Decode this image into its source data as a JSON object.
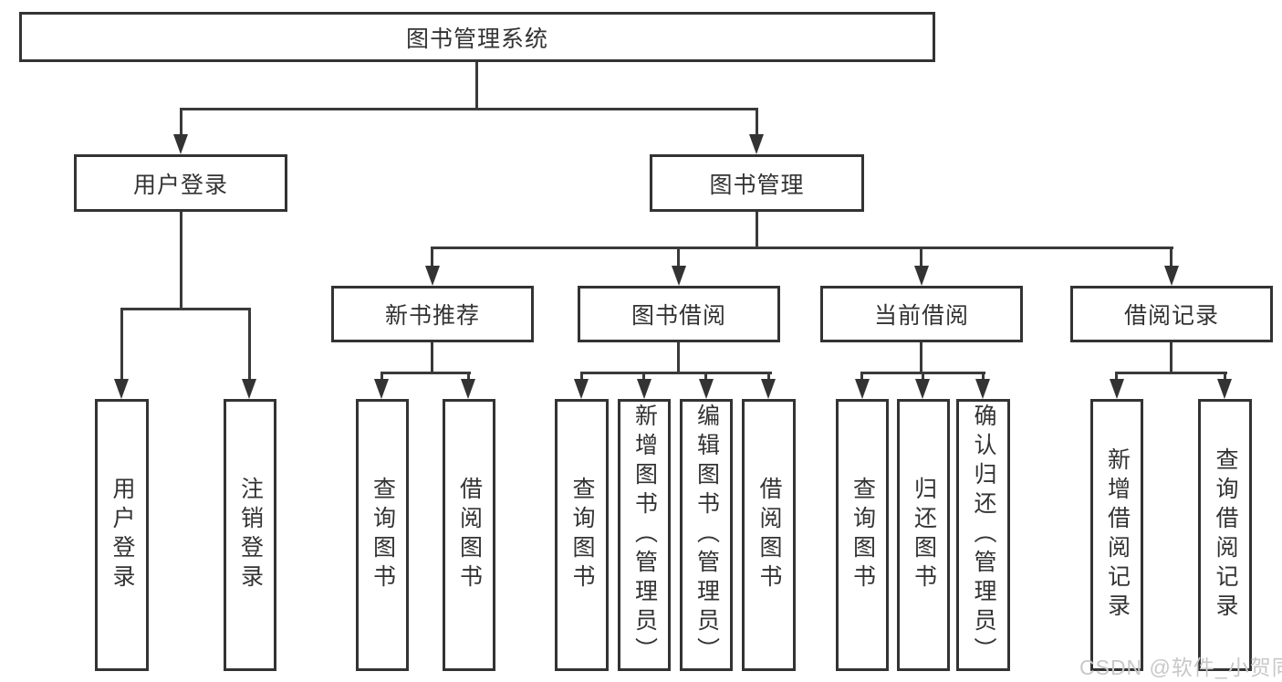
{
  "diagram": {
    "root": {
      "label": "图书管理系统"
    },
    "level2": [
      {
        "label": "用户登录"
      },
      {
        "label": "图书管理"
      }
    ],
    "level3": [
      {
        "label": "新书推荐"
      },
      {
        "label": "图书借阅"
      },
      {
        "label": "当前借阅"
      },
      {
        "label": "借阅记录"
      }
    ],
    "leaves": {
      "user_login": [
        {
          "label": "用户登录"
        },
        {
          "label": "注销登录"
        }
      ],
      "new_books": [
        {
          "label": "查询图书"
        },
        {
          "label": "借阅图书"
        }
      ],
      "book_borrow": [
        {
          "label": "查询图书"
        },
        {
          "label": "新增图书（管理员）"
        },
        {
          "label": "编辑图书（管理员）"
        },
        {
          "label": "借阅图书"
        }
      ],
      "current_borrow": [
        {
          "label": "查询图书"
        },
        {
          "label": "归还图书"
        },
        {
          "label": "确认归还（管理员）"
        }
      ],
      "borrow_records": [
        {
          "label": "新增借阅记录"
        },
        {
          "label": "查询借阅记录"
        }
      ]
    }
  },
  "watermark": "CSDN @软件_小贺同学",
  "colors": {
    "line": "#3a3a3a",
    "border": "#333333",
    "text": "#333333",
    "watermark": "#c8c8c8",
    "background": "#ffffff"
  }
}
